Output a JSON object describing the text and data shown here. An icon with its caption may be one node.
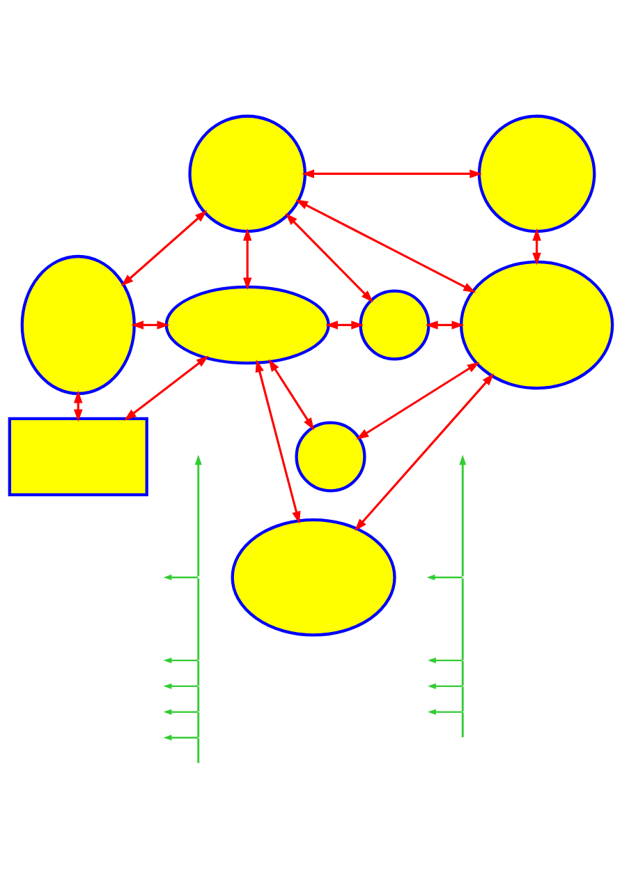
{
  "diagram": {
    "nodes": [
      {
        "text": [],
        "shape": "circle"
      },
      {
        "text": [],
        "shape": "circle"
      },
      {
        "text": [],
        "shape": "ellipse"
      },
      {
        "text": [],
        "shape": "ellipse"
      },
      {
        "text": [],
        "shape": "circle"
      },
      {
        "text": [],
        "shape": "ellipse"
      },
      {
        "text": [],
        "shape": "box"
      },
      {
        "text": [],
        "shape": "circle"
      },
      {
        "text": [],
        "shape": "ellipse"
      }
    ],
    "edges": [
      {
        "from": 0,
        "to": 1,
        "arrow": "both"
      },
      {
        "from": 0,
        "to": 2,
        "arrow": "both"
      },
      {
        "from": 0,
        "to": 3,
        "arrow": "both"
      },
      {
        "from": 0,
        "to": 4,
        "arrow": "both"
      },
      {
        "from": 0,
        "to": 5,
        "arrow": "both"
      },
      {
        "from": 1,
        "to": 5,
        "arrow": "both"
      },
      {
        "from": 2,
        "to": 3,
        "arrow": "both"
      },
      {
        "from": 3,
        "to": 4,
        "arrow": "both"
      },
      {
        "from": 4,
        "to": 5,
        "arrow": "both"
      },
      {
        "from": 2,
        "to": 6,
        "arrow": "both"
      },
      {
        "from": 3,
        "to": 6,
        "arrow": "both"
      },
      {
        "from": 3,
        "to": 8,
        "arrow": "both"
      },
      {
        "from": 3,
        "to": 7,
        "arrow": "both"
      },
      {
        "from": 5,
        "to": 7,
        "arrow": "both"
      },
      {
        "from": 5,
        "to": 8,
        "arrow": "both"
      }
    ]
  }
}
